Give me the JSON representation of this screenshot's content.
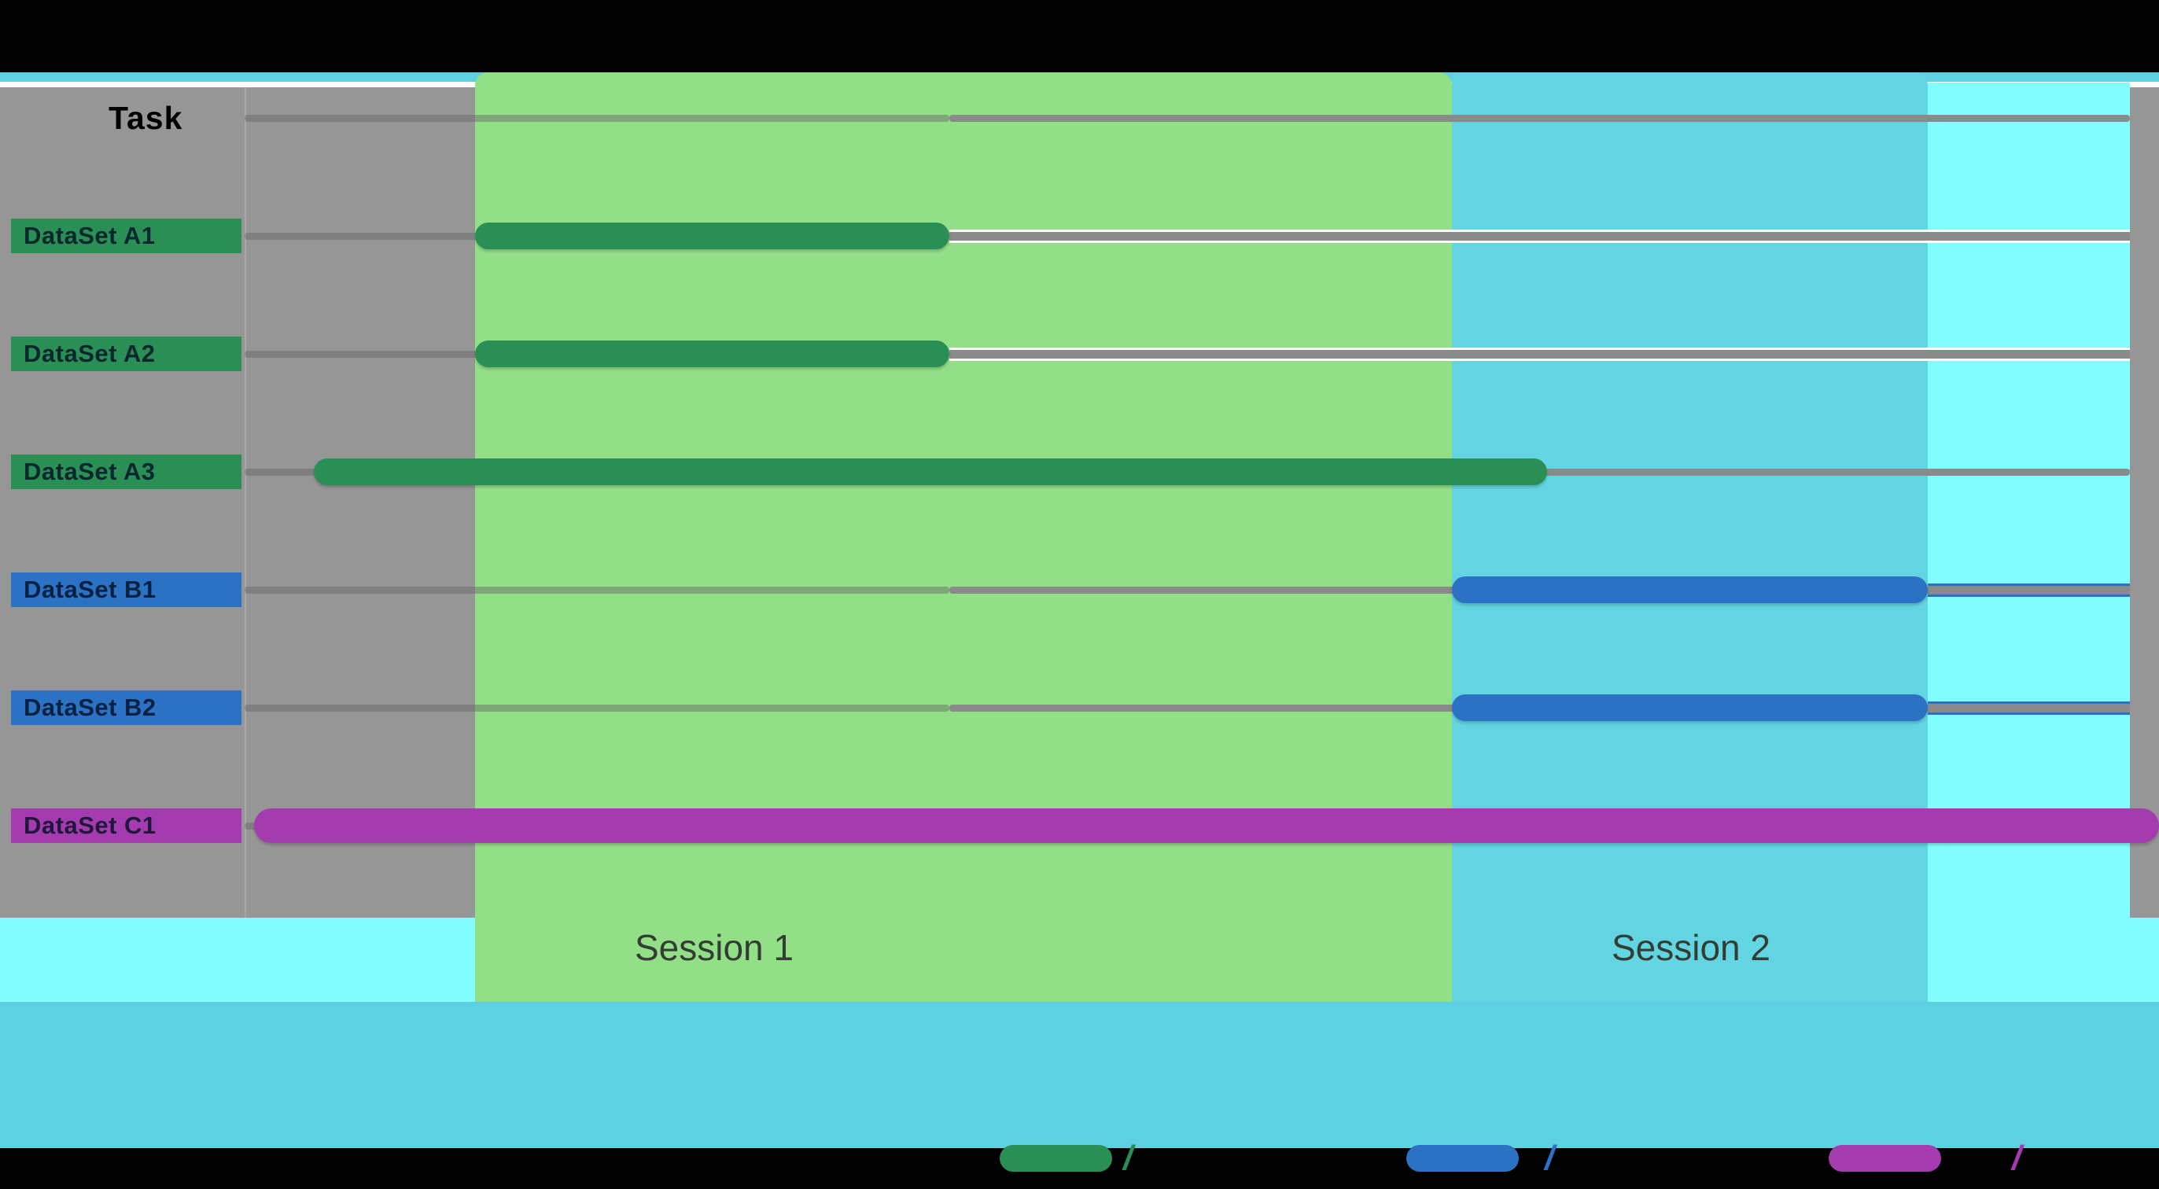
{
  "header": {
    "axis_label": "Task"
  },
  "rows": [
    {
      "label": "DataSet A1",
      "color": "#2a8f55",
      "bar": {
        "from_pct": 12.22,
        "to_pct": 37.38,
        "height": 34
      },
      "track_outline": {
        "from_pct": 37.38,
        "to_pct": 100,
        "color": "#ffffff"
      }
    },
    {
      "label": "DataSet A2",
      "color": "#2a8f55",
      "bar": {
        "from_pct": 12.22,
        "to_pct": 37.38,
        "height": 34
      },
      "track_outline": {
        "from_pct": 37.38,
        "to_pct": 100,
        "color": "#ffffff"
      }
    },
    {
      "label": "DataSet A3",
      "color": "#2a8f55",
      "bar": {
        "from_pct": 3.67,
        "to_pct": 69.09,
        "height": 34
      },
      "track_outline": null
    },
    {
      "label": "DataSet B1",
      "color": "#2b72c4",
      "bar": {
        "from_pct": 64.04,
        "to_pct": 89.28,
        "height": 34
      },
      "track_outline": {
        "from_pct": 89.28,
        "to_pct": 100,
        "color": "#2b72c4"
      }
    },
    {
      "label": "DataSet B2",
      "color": "#2b72c4",
      "bar": {
        "from_pct": 64.04,
        "to_pct": 89.28,
        "height": 34
      },
      "track_outline": {
        "from_pct": 89.28,
        "to_pct": 100,
        "color": "#2b72c4"
      }
    },
    {
      "label": "DataSet C1",
      "color": "#a43bae",
      "bar": {
        "from_pct": 0.5,
        "to_pct": 101.54,
        "height": 44
      },
      "track_outline": null
    }
  ],
  "sessions": [
    {
      "label": "Session 1",
      "band_color": "#93df88",
      "label_center_pct": 24.9
    },
    {
      "label": "Session 2",
      "band_color": "#63d5e2",
      "label_center_pct": 76.7
    }
  ],
  "legend": [
    {
      "swatch_color": "#2a8f55",
      "visible_glyph": "/"
    },
    {
      "swatch_color": "#2b72c4",
      "visible_glyph": "/"
    },
    {
      "swatch_color": "#a43bae",
      "visible_glyph": "/"
    }
  ],
  "chart_data": {
    "type": "bar",
    "subtype": "horizontal-gantt-timeline",
    "title": "",
    "xlabel": "",
    "ylabel": "Task",
    "grid": "horizontal row tracks on",
    "legend_position": "bottom",
    "x_unit": "percent of plot width (no numeric axis labels visible)",
    "categories": [
      "DataSet A1",
      "DataSet A2",
      "DataSet A3",
      "DataSet B1",
      "DataSet B2",
      "DataSet C1"
    ],
    "series": [
      {
        "name": "span_pct",
        "values": [
          [
            12.2,
            37.4
          ],
          [
            12.2,
            37.4
          ],
          [
            3.7,
            69.1
          ],
          [
            64.0,
            89.3
          ],
          [
            64.0,
            89.3
          ],
          [
            0.5,
            101.5
          ]
        ]
      }
    ],
    "bar_colors": [
      "#2a8f55",
      "#2a8f55",
      "#2a8f55",
      "#2b72c4",
      "#2b72c4",
      "#a43bae"
    ],
    "session_bands_pct": [
      {
        "label": "Session 1",
        "from": 12.2,
        "to": 64.0,
        "color": "#93df88"
      },
      {
        "label": "Session 2",
        "from": 64.0,
        "to": 89.3,
        "color": "#63d5e2"
      },
      {
        "label": "",
        "from": 89.3,
        "to": 100.0,
        "color": "#82feff"
      }
    ]
  }
}
